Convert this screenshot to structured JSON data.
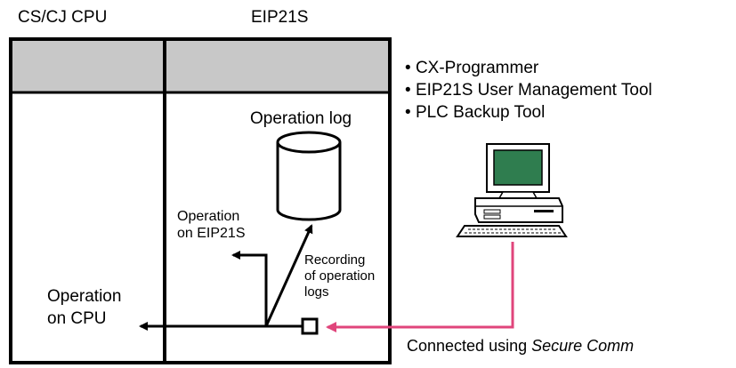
{
  "units": {
    "cpu_label": "CS/CJ CPU",
    "eip_label": "EIP21S"
  },
  "eip": {
    "log_title": "Operation log",
    "op_on_eip_line1": "Operation",
    "op_on_eip_line2": "on EIP21S",
    "recording_line1": "Recording",
    "recording_line2": "of operation",
    "recording_line3": "logs"
  },
  "cpu": {
    "op_on_cpu_line1": "Operation",
    "op_on_cpu_line2": "on CPU"
  },
  "tools": [
    "CX-Programmer",
    "EIP21S User Management Tool",
    "PLC Backup Tool"
  ],
  "connection": {
    "prefix": "Connected using ",
    "method": "Secure Comm"
  },
  "colors": {
    "header_fill": "#c8c8c8",
    "connection_line": "#e0457b",
    "monitor_screen": "#2f7d4f"
  },
  "icons": {
    "database": "cylinder-icon",
    "computer": "desktop-computer-icon",
    "port": "port-square-icon"
  }
}
